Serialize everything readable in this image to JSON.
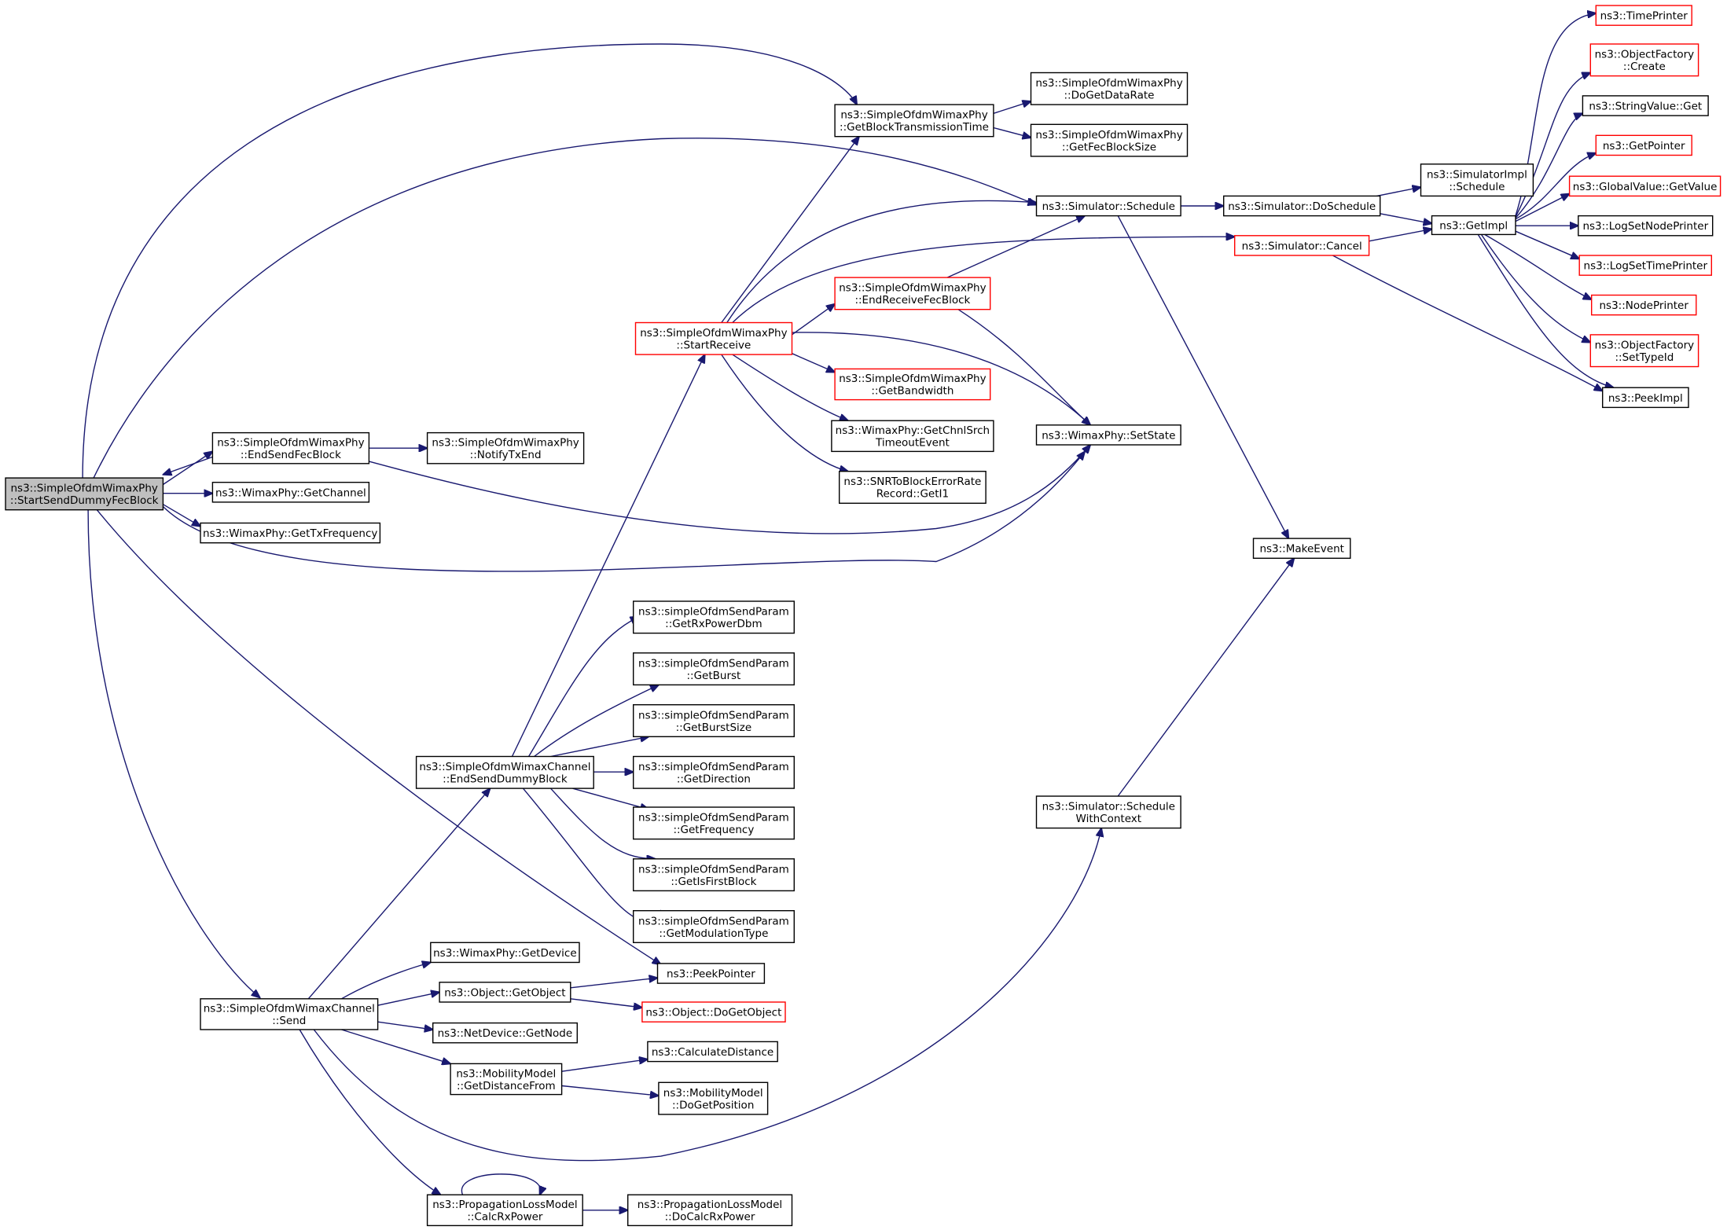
{
  "diagram": {
    "type": "call-graph",
    "colors": {
      "edge": "#191970",
      "node_border": "#000000",
      "truncated_node_border": "#ff0000",
      "root_fill": "#bfbfbf",
      "background": "#ffffff"
    },
    "nodes": [
      {
        "id": "root",
        "lines": [
          "ns3::SimpleOfdmWimaxPhy",
          "::StartSendDummyFecBlock"
        ],
        "style": "root"
      },
      {
        "id": "getBlockTx",
        "lines": [
          "ns3::SimpleOfdmWimaxPhy",
          "::GetBlockTransmissionTime"
        ],
        "style": "normal"
      },
      {
        "id": "doGetDataRate",
        "lines": [
          "ns3::SimpleOfdmWimaxPhy",
          "::DoGetDataRate"
        ],
        "style": "normal"
      },
      {
        "id": "getFecBlockSize",
        "lines": [
          "ns3::SimpleOfdmWimaxPhy",
          "::GetFecBlockSize"
        ],
        "style": "normal"
      },
      {
        "id": "schedule",
        "lines": [
          "ns3::Simulator::Schedule"
        ],
        "style": "normal"
      },
      {
        "id": "doSchedule",
        "lines": [
          "ns3::Simulator::DoSchedule"
        ],
        "style": "normal"
      },
      {
        "id": "simImplSchedule",
        "lines": [
          "ns3::SimulatorImpl",
          "::Schedule"
        ],
        "style": "normal"
      },
      {
        "id": "getImpl",
        "lines": [
          "ns3::GetImpl"
        ],
        "style": "normal"
      },
      {
        "id": "timePrinter",
        "lines": [
          "ns3::TimePrinter"
        ],
        "style": "red"
      },
      {
        "id": "objFactoryCreate",
        "lines": [
          "ns3::ObjectFactory",
          "::Create"
        ],
        "style": "red"
      },
      {
        "id": "stringValueGet",
        "lines": [
          "ns3::StringValue::Get"
        ],
        "style": "normal"
      },
      {
        "id": "getPointer",
        "lines": [
          "ns3::GetPointer"
        ],
        "style": "red"
      },
      {
        "id": "globalValueGet",
        "lines": [
          "ns3::GlobalValue::GetValue"
        ],
        "style": "red"
      },
      {
        "id": "logSetNodePrinter",
        "lines": [
          "ns3::LogSetNodePrinter"
        ],
        "style": "normal"
      },
      {
        "id": "logSetTimePrinter",
        "lines": [
          "ns3::LogSetTimePrinter"
        ],
        "style": "red"
      },
      {
        "id": "nodePrinter",
        "lines": [
          "ns3::NodePrinter"
        ],
        "style": "red"
      },
      {
        "id": "objFactorySetTypeId",
        "lines": [
          "ns3::ObjectFactory",
          "::SetTypeId"
        ],
        "style": "red"
      },
      {
        "id": "peekImpl",
        "lines": [
          "ns3::PeekImpl"
        ],
        "style": "normal"
      },
      {
        "id": "cancel",
        "lines": [
          "ns3::Simulator::Cancel"
        ],
        "style": "red"
      },
      {
        "id": "endReceiveFec",
        "lines": [
          "ns3::SimpleOfdmWimaxPhy",
          "::EndReceiveFecBlock"
        ],
        "style": "red"
      },
      {
        "id": "startReceive",
        "lines": [
          "ns3::SimpleOfdmWimaxPhy",
          "::StartReceive"
        ],
        "style": "red"
      },
      {
        "id": "getBandwidth",
        "lines": [
          "ns3::SimpleOfdmWimaxPhy",
          "::GetBandwidth"
        ],
        "style": "red"
      },
      {
        "id": "getChnlSrch",
        "lines": [
          "ns3::WimaxPhy::GetChnlSrch",
          "TimeoutEvent"
        ],
        "style": "normal"
      },
      {
        "id": "snrGetI1",
        "lines": [
          "ns3::SNRToBlockErrorRate",
          "Record::GetI1"
        ],
        "style": "normal"
      },
      {
        "id": "setState",
        "lines": [
          "ns3::WimaxPhy::SetState"
        ],
        "style": "normal"
      },
      {
        "id": "endSendFec",
        "lines": [
          "ns3::SimpleOfdmWimaxPhy",
          "::EndSendFecBlock"
        ],
        "style": "normal"
      },
      {
        "id": "notifyTxEnd",
        "lines": [
          "ns3::SimpleOfdmWimaxPhy",
          "::NotifyTxEnd"
        ],
        "style": "normal"
      },
      {
        "id": "getChannel",
        "lines": [
          "ns3::WimaxPhy::GetChannel"
        ],
        "style": "normal"
      },
      {
        "id": "getTxFreq",
        "lines": [
          "ns3::WimaxPhy::GetTxFrequency"
        ],
        "style": "normal"
      },
      {
        "id": "makeEvent",
        "lines": [
          "ns3::MakeEvent"
        ],
        "style": "normal"
      },
      {
        "id": "getRxPowerDbm",
        "lines": [
          "ns3::simpleOfdmSendParam",
          "::GetRxPowerDbm"
        ],
        "style": "normal"
      },
      {
        "id": "getBurst",
        "lines": [
          "ns3::simpleOfdmSendParam",
          "::GetBurst"
        ],
        "style": "normal"
      },
      {
        "id": "getBurstSize",
        "lines": [
          "ns3::simpleOfdmSendParam",
          "::GetBurstSize"
        ],
        "style": "normal"
      },
      {
        "id": "endSendDummy",
        "lines": [
          "ns3::SimpleOfdmWimaxChannel",
          "::EndSendDummyBlock"
        ],
        "style": "normal"
      },
      {
        "id": "getDirection",
        "lines": [
          "ns3::simpleOfdmSendParam",
          "::GetDirection"
        ],
        "style": "normal"
      },
      {
        "id": "getFrequency",
        "lines": [
          "ns3::simpleOfdmSendParam",
          "::GetFrequency"
        ],
        "style": "normal"
      },
      {
        "id": "getIsFirstBlock",
        "lines": [
          "ns3::simpleOfdmSendParam",
          "::GetIsFirstBlock"
        ],
        "style": "normal"
      },
      {
        "id": "getModType",
        "lines": [
          "ns3::simpleOfdmSendParam",
          "::GetModulationType"
        ],
        "style": "normal"
      },
      {
        "id": "scheduleWithContext",
        "lines": [
          "ns3::Simulator::Schedule",
          "WithContext"
        ],
        "style": "normal"
      },
      {
        "id": "getDevice",
        "lines": [
          "ns3::WimaxPhy::GetDevice"
        ],
        "style": "normal"
      },
      {
        "id": "peekPointer",
        "lines": [
          "ns3::PeekPointer"
        ],
        "style": "normal"
      },
      {
        "id": "channelSend",
        "lines": [
          "ns3::SimpleOfdmWimaxChannel",
          "::Send"
        ],
        "style": "normal"
      },
      {
        "id": "getObject",
        "lines": [
          "ns3::Object::GetObject"
        ],
        "style": "normal"
      },
      {
        "id": "doGetObject",
        "lines": [
          "ns3::Object::DoGetObject"
        ],
        "style": "red"
      },
      {
        "id": "getNode",
        "lines": [
          "ns3::NetDevice::GetNode"
        ],
        "style": "normal"
      },
      {
        "id": "calcDistance",
        "lines": [
          "ns3::CalculateDistance"
        ],
        "style": "normal"
      },
      {
        "id": "getDistanceFrom",
        "lines": [
          "ns3::MobilityModel",
          "::GetDistanceFrom"
        ],
        "style": "normal"
      },
      {
        "id": "doGetPosition",
        "lines": [
          "ns3::MobilityModel",
          "::DoGetPosition"
        ],
        "style": "normal"
      },
      {
        "id": "calcRxPower",
        "lines": [
          "ns3::PropagationLossModel",
          "::CalcRxPower"
        ],
        "style": "normal"
      },
      {
        "id": "doCalcRxPower",
        "lines": [
          "ns3::PropagationLossModel",
          "::DoCalcRxPower"
        ],
        "style": "normal"
      }
    ],
    "edges": [
      [
        "root",
        "getBlockTx"
      ],
      [
        "root",
        "schedule"
      ],
      [
        "root",
        "endSendFec"
      ],
      [
        "endSendFec",
        "root"
      ],
      [
        "root",
        "getChannel"
      ],
      [
        "root",
        "getTxFreq"
      ],
      [
        "root",
        "setState"
      ],
      [
        "root",
        "peekPointer"
      ],
      [
        "root",
        "channelSend"
      ],
      [
        "getBlockTx",
        "doGetDataRate"
      ],
      [
        "getBlockTx",
        "getFecBlockSize"
      ],
      [
        "schedule",
        "doSchedule"
      ],
      [
        "schedule",
        "makeEvent"
      ],
      [
        "doSchedule",
        "simImplSchedule"
      ],
      [
        "doSchedule",
        "getImpl"
      ],
      [
        "getImpl",
        "timePrinter"
      ],
      [
        "getImpl",
        "objFactoryCreate"
      ],
      [
        "getImpl",
        "stringValueGet"
      ],
      [
        "getImpl",
        "getPointer"
      ],
      [
        "getImpl",
        "globalValueGet"
      ],
      [
        "getImpl",
        "logSetNodePrinter"
      ],
      [
        "getImpl",
        "logSetTimePrinter"
      ],
      [
        "getImpl",
        "nodePrinter"
      ],
      [
        "getImpl",
        "objFactorySetTypeId"
      ],
      [
        "getImpl",
        "peekImpl"
      ],
      [
        "cancel",
        "getImpl"
      ],
      [
        "cancel",
        "peekImpl"
      ],
      [
        "startReceive",
        "getBlockTx"
      ],
      [
        "startReceive",
        "schedule"
      ],
      [
        "startReceive",
        "cancel"
      ],
      [
        "startReceive",
        "endReceiveFec"
      ],
      [
        "startReceive",
        "getBandwidth"
      ],
      [
        "startReceive",
        "getChnlSrch"
      ],
      [
        "startReceive",
        "snrGetI1"
      ],
      [
        "startReceive",
        "setState"
      ],
      [
        "endReceiveFec",
        "schedule"
      ],
      [
        "endReceiveFec",
        "setState"
      ],
      [
        "endSendFec",
        "notifyTxEnd"
      ],
      [
        "endSendFec",
        "setState"
      ],
      [
        "endSendDummy",
        "startReceive"
      ],
      [
        "endSendDummy",
        "getRxPowerDbm"
      ],
      [
        "endSendDummy",
        "getBurst"
      ],
      [
        "endSendDummy",
        "getBurstSize"
      ],
      [
        "endSendDummy",
        "getDirection"
      ],
      [
        "endSendDummy",
        "getFrequency"
      ],
      [
        "endSendDummy",
        "getIsFirstBlock"
      ],
      [
        "endSendDummy",
        "getModType"
      ],
      [
        "scheduleWithContext",
        "makeEvent"
      ],
      [
        "channelSend",
        "endSendDummy"
      ],
      [
        "channelSend",
        "getDevice"
      ],
      [
        "channelSend",
        "getObject"
      ],
      [
        "channelSend",
        "getNode"
      ],
      [
        "channelSend",
        "getDistanceFrom"
      ],
      [
        "channelSend",
        "scheduleWithContext"
      ],
      [
        "channelSend",
        "calcRxPower"
      ],
      [
        "getObject",
        "peekPointer"
      ],
      [
        "getObject",
        "doGetObject"
      ],
      [
        "getDistanceFrom",
        "calcDistance"
      ],
      [
        "getDistanceFrom",
        "doGetPosition"
      ],
      [
        "calcRxPower",
        "calcRxPower"
      ],
      [
        "calcRxPower",
        "doCalcRxPower"
      ]
    ]
  }
}
